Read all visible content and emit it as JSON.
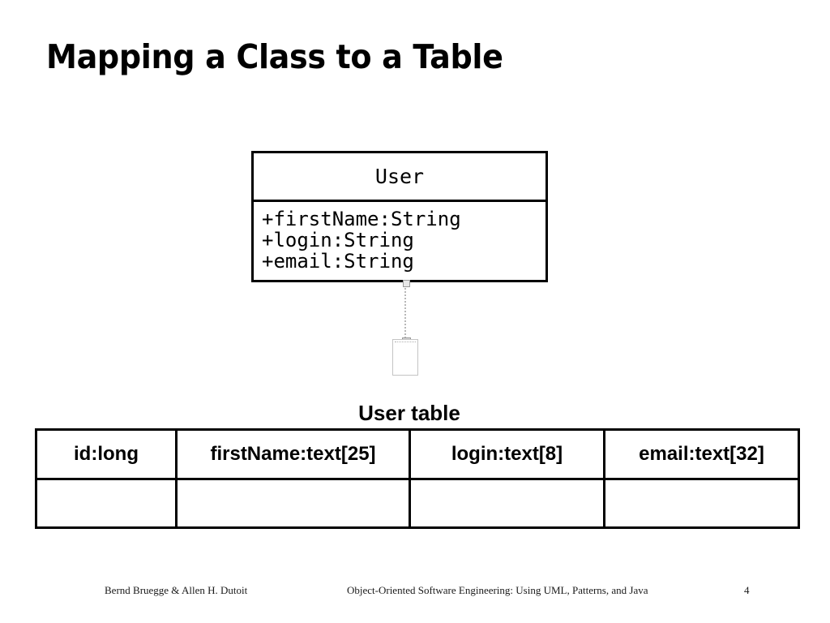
{
  "slide": {
    "title": "Mapping a Class to a Table"
  },
  "uml_class": {
    "name": "User",
    "attributes": [
      "+firstName:String",
      "+login:String",
      "+email:String"
    ]
  },
  "connector": {
    "style": "dotted-line",
    "color": "#b8b8b8"
  },
  "table": {
    "caption": "User table",
    "columns": [
      "id:long",
      "firstName:text[25]",
      "login:text[8]",
      "email:text[32]"
    ],
    "rows": [
      [
        "",
        "",
        "",
        ""
      ]
    ]
  },
  "footer": {
    "authors": "Bernd Bruegge & Allen H. Dutoit",
    "book": "Object-Oriented Software Engineering: Using UML, Patterns, and Java",
    "page": "4"
  }
}
